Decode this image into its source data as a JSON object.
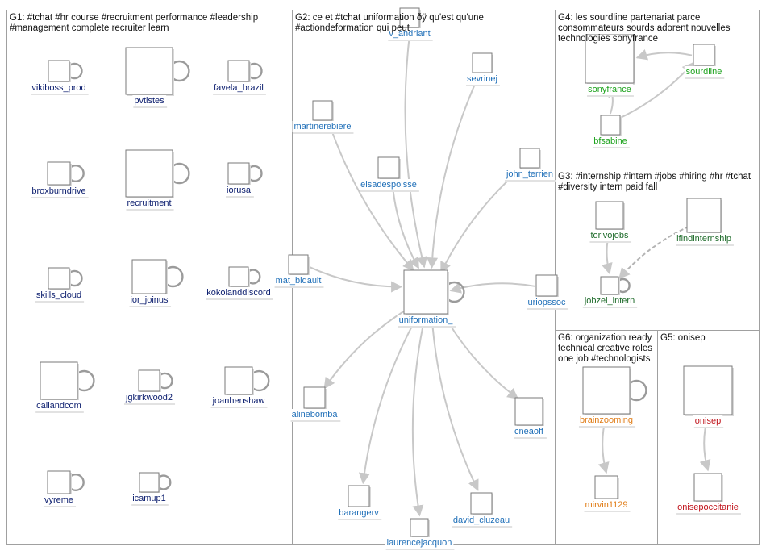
{
  "groups": [
    {
      "id": "G1",
      "title": [
        "G1: #tchat #hr course #recruitment performance #leadership",
        "#management complete recruiter learn"
      ]
    },
    {
      "id": "G2",
      "title": [
        "G2: ce et #tchat uniformation ðÿ qu'est qu'une",
        "#actiondeformation qui peut"
      ]
    },
    {
      "id": "G4",
      "title": [
        "G4: les sourdline partenariat parce",
        "consommateurs sourds adorent nouvelles",
        "technologies sonyfrance"
      ]
    },
    {
      "id": "G3",
      "title": [
        "G3: #internship #intern #jobs #hiring #hr #tchat",
        "#diversity intern paid fall"
      ]
    },
    {
      "id": "G6",
      "title": [
        "G6: organization ready",
        "technical creative roles",
        "one job #technologists"
      ]
    },
    {
      "id": "G5",
      "title": [
        "G5: onisep"
      ]
    }
  ],
  "colors": {
    "G1": "#0b1d6e",
    "G2": "#1f6fb8",
    "G3": "#1e6b2a",
    "G4": "#1ca21c",
    "G5": "#c0141c",
    "G6": "#e07b14",
    "edge": "#c8c8c8",
    "edge_dashed": "#b4b4b4",
    "loop": "#9b9b9b"
  },
  "nodes": [
    {
      "id": "vikiboss_prod",
      "label": "vikiboss_prod",
      "group": "G1",
      "icon": "cartoon-avatar-icon",
      "loop": true
    },
    {
      "id": "pvtistes",
      "label": "pvtistes",
      "group": "G1",
      "icon": "pvtistes-logo-icon",
      "loop": true
    },
    {
      "id": "favela_brazil",
      "label": "favela_brazil",
      "group": "G1",
      "icon": "sketch-avatar-icon",
      "loop": true
    },
    {
      "id": "broxburndrive",
      "label": "broxburndrive",
      "group": "G1",
      "icon": "person-photo-icon",
      "loop": true
    },
    {
      "id": "recruitment",
      "label": "recruitment",
      "group": "G1",
      "icon": "institute-crest-icon",
      "loop": true
    },
    {
      "id": "iorusa",
      "label": "iorusa",
      "group": "G1",
      "icon": "ior-logo-icon",
      "loop": true
    },
    {
      "id": "skills_cloud",
      "label": "skills_cloud",
      "group": "G1",
      "icon": "cloud-logo-icon",
      "loop": true
    },
    {
      "id": "ior_joinus",
      "label": "ior_joinus",
      "group": "G1",
      "icon": "institute-crest-icon",
      "loop": true
    },
    {
      "id": "kokolanddiscord",
      "label": "kokolanddiscord",
      "group": "G1",
      "icon": "cartoon-avatar-icon",
      "loop": true
    },
    {
      "id": "callandcom",
      "label": "callandcom",
      "group": "G1",
      "icon": "group-photo-icon",
      "loop": true
    },
    {
      "id": "jgkirkwood2",
      "label": "jgkirkwood2",
      "group": "G1",
      "icon": "person-photo-icon",
      "loop": true
    },
    {
      "id": "joanhenshaw",
      "label": "joanhenshaw",
      "group": "G1",
      "icon": "person-photo-icon",
      "loop": true
    },
    {
      "id": "vyreme",
      "label": "vyreme",
      "group": "G1",
      "icon": "play-logo-icon",
      "loop": true
    },
    {
      "id": "icamup1",
      "label": "icamup1",
      "group": "G1",
      "icon": "up-logo-icon",
      "loop": true
    },
    {
      "id": "v_andriant",
      "label": "v_andriant",
      "group": "G2",
      "icon": "person-photo-icon",
      "loop": false
    },
    {
      "id": "sevrinej",
      "label": "sevrinej",
      "group": "G2",
      "icon": "default-avatar-icon",
      "loop": false
    },
    {
      "id": "martinerebiere",
      "label": "martinerebiere",
      "group": "G2",
      "icon": "person-photo-icon",
      "loop": false
    },
    {
      "id": "elsadespoisse",
      "label": "elsadespoisse",
      "group": "G2",
      "icon": "person-photo-icon",
      "loop": false
    },
    {
      "id": "john_terrien",
      "label": "john_terrien",
      "group": "G2",
      "icon": "default-avatar-icon",
      "loop": false
    },
    {
      "id": "mat_bidault",
      "label": "mat_bidault",
      "group": "G2",
      "icon": "default-avatar-icon",
      "loop": false
    },
    {
      "id": "uniformation_",
      "label": "uniformation_",
      "group": "G2",
      "icon": "uniformation-logo-icon",
      "loop": true
    },
    {
      "id": "uriopssoc",
      "label": "uriopssoc",
      "group": "G2",
      "icon": "uriopss-logo-icon",
      "loop": false
    },
    {
      "id": "alinebomba",
      "label": "alinebomba",
      "group": "G2",
      "icon": "person-photo-icon",
      "loop": false
    },
    {
      "id": "cneaoff",
      "label": "cneaoff",
      "group": "G2",
      "icon": "cnea-logo-icon",
      "loop": false
    },
    {
      "id": "barangerv",
      "label": "barangerv",
      "group": "G2",
      "icon": "person-photo-icon",
      "loop": false
    },
    {
      "id": "david_cluzeau",
      "label": "david_cluzeau",
      "group": "G2",
      "icon": "person-photo-icon",
      "loop": false
    },
    {
      "id": "laurencejacquon",
      "label": "laurencejacquon",
      "group": "G2",
      "icon": "person-photo-icon",
      "loop": false
    },
    {
      "id": "sonyfrance",
      "label": "sonyfrance",
      "group": "G4",
      "icon": "sony-logo-icon",
      "loop": false
    },
    {
      "id": "sourdline",
      "label": "sourdline",
      "group": "G4",
      "icon": "sourdline-logo-icon",
      "loop": false
    },
    {
      "id": "bfsabine",
      "label": "bfsabine",
      "group": "G4",
      "icon": "floral-avatar-icon",
      "loop": false
    },
    {
      "id": "torivojobs",
      "label": "torivojobs",
      "group": "G3",
      "icon": "torivo-logo-icon",
      "loop": false
    },
    {
      "id": "ifindinternship",
      "label": "ifindinternship",
      "group": "G3",
      "icon": "default-avatar-icon",
      "loop": false
    },
    {
      "id": "jobzel_intern",
      "label": "jobzel_intern",
      "group": "G3",
      "icon": "jobzel-logo-icon",
      "loop": true
    },
    {
      "id": "brainzooming",
      "label": "brainzooming",
      "group": "G6",
      "icon": "brain-logo-icon",
      "loop": true
    },
    {
      "id": "mirvin1129",
      "label": "mirvin1129",
      "group": "G6",
      "icon": "person-photo-icon",
      "loop": false
    },
    {
      "id": "onisep",
      "label": "onisep",
      "group": "G5",
      "icon": "onisep-logo-icon",
      "loop": false
    },
    {
      "id": "onisepoccitanie",
      "label": "onisepoccitanie",
      "group": "G5",
      "icon": "onisep-logo-icon",
      "loop": false
    }
  ],
  "edges": [
    {
      "from": "v_andriant",
      "to": "uniformation_"
    },
    {
      "from": "sevrinej",
      "to": "uniformation_"
    },
    {
      "from": "martinerebiere",
      "to": "uniformation_"
    },
    {
      "from": "elsadespoisse",
      "to": "uniformation_"
    },
    {
      "from": "john_terrien",
      "to": "uniformation_"
    },
    {
      "from": "mat_bidault",
      "to": "uniformation_"
    },
    {
      "from": "uriopssoc",
      "to": "uniformation_"
    },
    {
      "from": "uniformation_",
      "to": "alinebomba"
    },
    {
      "from": "uniformation_",
      "to": "cneaoff"
    },
    {
      "from": "uniformation_",
      "to": "barangerv"
    },
    {
      "from": "uniformation_",
      "to": "david_cluzeau"
    },
    {
      "from": "uniformation_",
      "to": "laurencejacquon"
    },
    {
      "from": "sourdline",
      "to": "sonyfrance"
    },
    {
      "from": "bfsabine",
      "to": "sonyfrance"
    },
    {
      "from": "bfsabine",
      "to": "sourdline"
    },
    {
      "from": "torivojobs",
      "to": "jobzel_intern"
    },
    {
      "from": "ifindinternship",
      "to": "jobzel_intern",
      "dashed": true
    },
    {
      "from": "brainzooming",
      "to": "mirvin1129"
    },
    {
      "from": "onisep",
      "to": "onisepoccitanie"
    }
  ]
}
